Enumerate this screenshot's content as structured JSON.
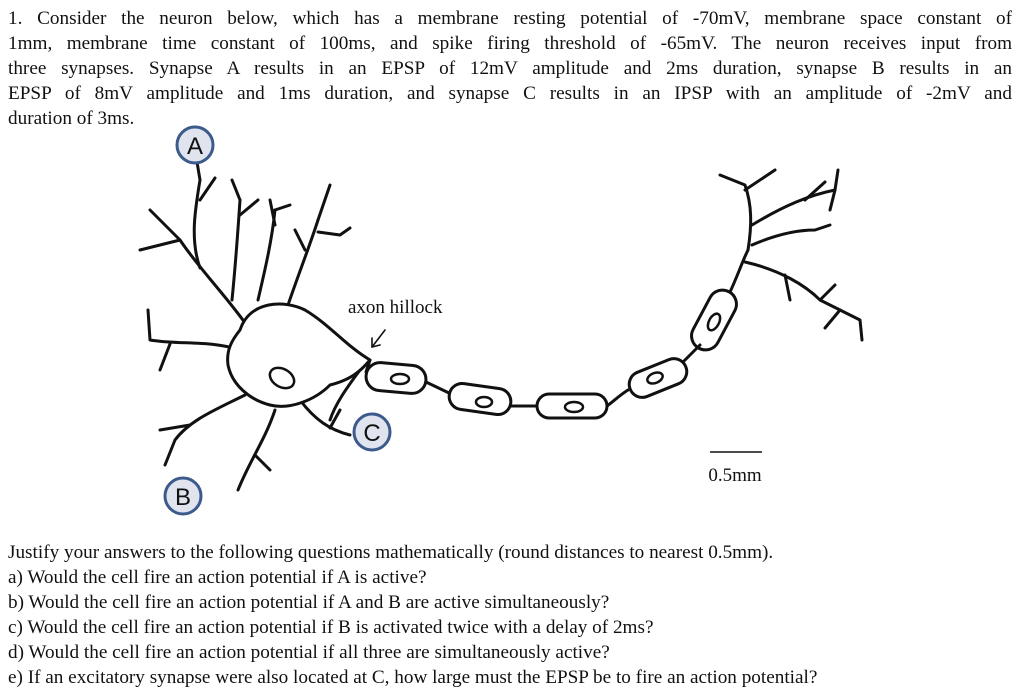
{
  "problem": {
    "intro_lines": [
      "1. Consider the neuron below, which has a membrane resting potential of -70mV, membrane space constant of",
      "1mm, membrane time constant of 100ms, and spike firing threshold of -65mV. The neuron receives input from",
      "three synapses. Synapse A results in an EPSP of 12mV amplitude and 2ms duration, synapse B results in an",
      "EPSP of 8mV amplitude and 1ms duration, and synapse C results in an IPSP with an amplitude of -2mV and",
      "duration of 3ms."
    ]
  },
  "figure": {
    "synapse_labels": {
      "a": "A",
      "b": "B",
      "c": "C"
    },
    "axon_hillock_label": "axon hillock",
    "scale_bar_label": "0.5mm"
  },
  "questions": {
    "instruction": "Justify your answers to the following questions mathematically (round distances to nearest 0.5mm).",
    "items": [
      "a) Would the cell fire an action potential if A is active?",
      "b) Would the cell fire an action potential if A and B are active simultaneously?",
      "c) Would the cell fire an action potential if B is activated twice with a delay of 2ms?",
      "d) Would the cell fire an action potential if all three are simultaneously active?",
      "e) If an excitatory synapse were also located at C, how large must the EPSP be to fire an action potential?"
    ]
  }
}
